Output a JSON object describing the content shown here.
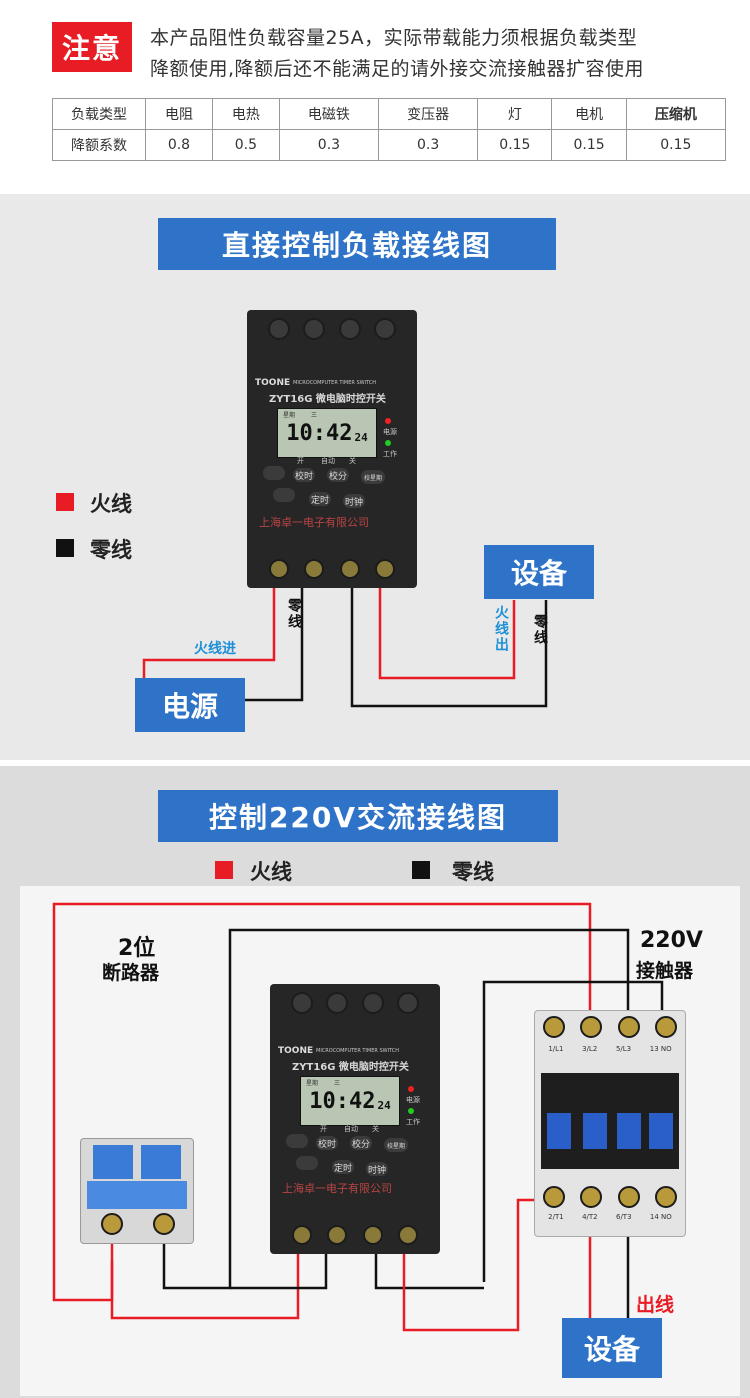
{
  "notice": {
    "badge": "注意",
    "line1": "本产品阻性负载容量25A，实际带载能力须根据负载类型",
    "line2": "降额使用,降额后还不能满足的请外接交流接触器扩容使用"
  },
  "derating_table": {
    "row_header_1": "负载类型",
    "row_header_2": "降额系数",
    "columns": [
      {
        "load": "电阻",
        "factor": "0.8"
      },
      {
        "load": "电热",
        "factor": "0.5"
      },
      {
        "load": "电磁铁",
        "factor": "0.3"
      },
      {
        "load": "变压器",
        "factor": "0.3"
      },
      {
        "load": "灯",
        "factor": "0.15"
      },
      {
        "load": "电机",
        "factor": "0.15"
      },
      {
        "load": "压缩机",
        "factor": "0.15"
      }
    ]
  },
  "section1": {
    "title": "直接控制负载接线图",
    "legend_live": "火线",
    "legend_neutral": "零线",
    "power_label": "电源",
    "device_label": "设备",
    "wire_live_in": "火线进",
    "wire_neutral": "零线",
    "wire_live_out": "火线出",
    "wire_neutral_2": "零线"
  },
  "section2": {
    "title": "控制220V交流接线图",
    "legend_live": "火线",
    "legend_neutral": "零线",
    "breaker_label_1": "2位",
    "breaker_label_2": "断路器",
    "contactor_label_1": "220V",
    "contactor_label_2": "接触器",
    "out_label": "出线",
    "device_label": "设备",
    "contactor_top_terms": [
      "1/L1",
      "3/L2",
      "5/L3",
      "13 NO"
    ],
    "contactor_bottom_terms": [
      "2/T1",
      "4/T2",
      "6/T3",
      "14 NO"
    ]
  },
  "timer_device": {
    "brand": "TOONE",
    "subtitle": "MICROCOMPUTER TIMER SWITCH",
    "model": "ZYT16G 微电脑时控开关",
    "lcd_time": "10:42",
    "lcd_seconds": "24",
    "lcd_top_left": "星期",
    "lcd_top_mid": "三",
    "ind_power": "电源",
    "ind_work": "工作",
    "mode_labels": [
      "开",
      "自动",
      "关"
    ],
    "btn_row1": [
      "",
      "校时",
      "校分",
      "校星期"
    ],
    "btn_row2": [
      "",
      "定时",
      "时钟"
    ],
    "company": "上海卓一电子有限公司"
  },
  "colors": {
    "accent_blue": "#2e73c8",
    "live_red": "#e81c24",
    "neutral_black": "#111111"
  }
}
